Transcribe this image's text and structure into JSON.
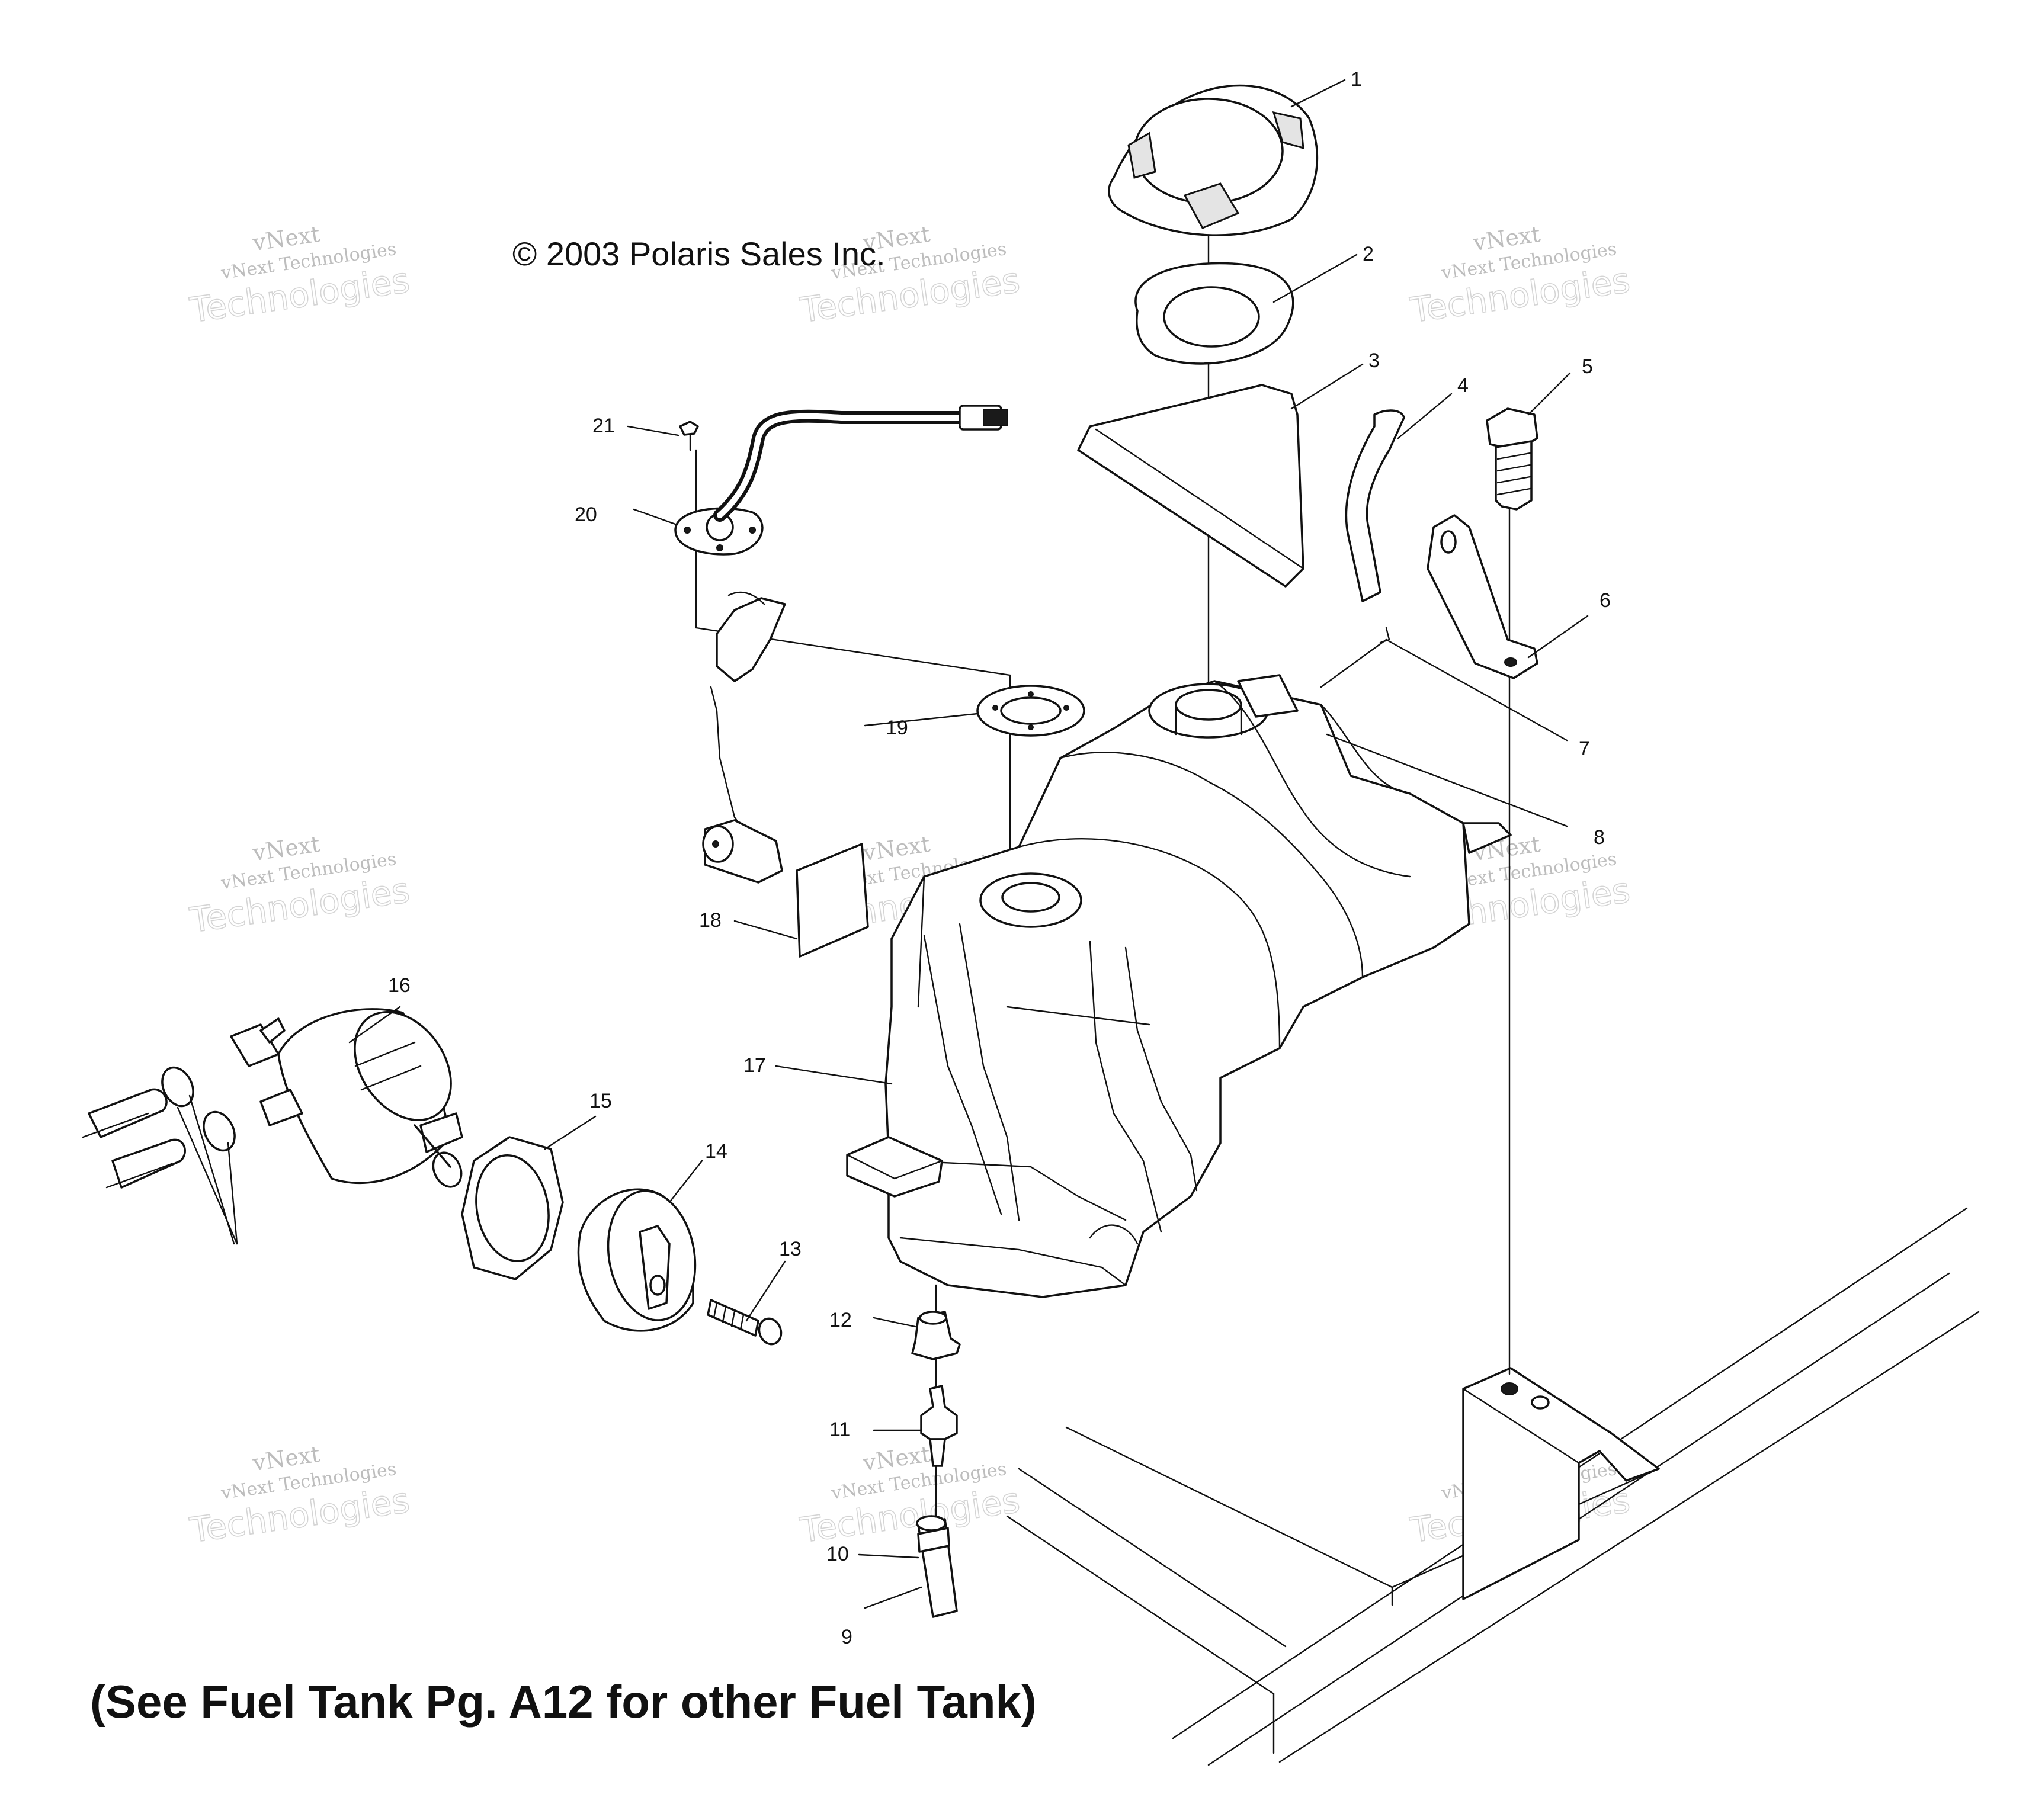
{
  "copyright": "© 2003 Polaris Sales Inc.",
  "footer_note": "(See Fuel Tank Pg. A12 for other Fuel Tank)",
  "watermark": {
    "line1": "vNext",
    "line2": "vNext Technologies",
    "line3": "Technologies"
  },
  "callouts": [
    {
      "id": "1"
    },
    {
      "id": "2"
    },
    {
      "id": "3"
    },
    {
      "id": "4"
    },
    {
      "id": "5"
    },
    {
      "id": "6"
    },
    {
      "id": "7"
    },
    {
      "id": "8"
    },
    {
      "id": "9"
    },
    {
      "id": "10"
    },
    {
      "id": "11"
    },
    {
      "id": "12"
    },
    {
      "id": "13"
    },
    {
      "id": "14"
    },
    {
      "id": "15"
    },
    {
      "id": "16"
    },
    {
      "id": "17"
    },
    {
      "id": "18"
    },
    {
      "id": "19"
    },
    {
      "id": "20"
    },
    {
      "id": "21"
    }
  ]
}
